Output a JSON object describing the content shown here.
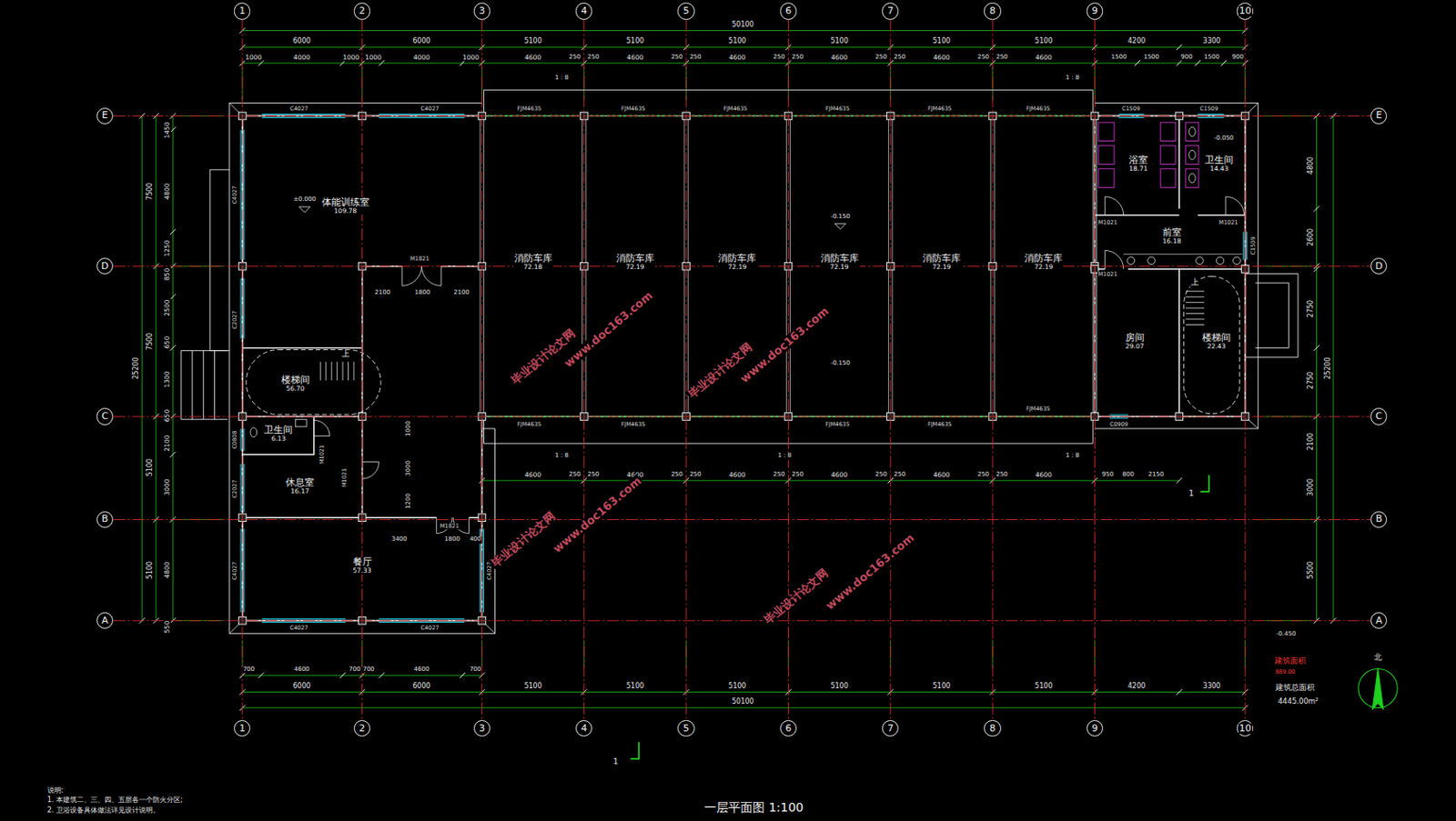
{
  "diagram": {
    "title": "一层平面图 1:100",
    "nodes": [
      {
        "text": [
          "1"
        ]
      },
      {
        "text": [
          "2"
        ]
      },
      {
        "text": [
          "3"
        ]
      },
      {
        "text": [
          "4"
        ]
      },
      {
        "text": [
          "5"
        ]
      },
      {
        "text": [
          "6"
        ]
      },
      {
        "text": [
          "7"
        ]
      },
      {
        "text": [
          "8"
        ]
      },
      {
        "text": [
          "9"
        ]
      },
      {
        "text": [
          "10"
        ]
      },
      {
        "text": [
          "E"
        ]
      },
      {
        "text": [
          "D"
        ]
      },
      {
        "text": [
          "C"
        ]
      },
      {
        "text": [
          "B"
        ]
      },
      {
        "text": [
          "A"
        ]
      },
      {
        "text": [
          "E"
        ]
      },
      {
        "text": [
          "D"
        ]
      },
      {
        "text": [
          "C"
        ]
      },
      {
        "text": [
          "B"
        ]
      },
      {
        "text": [
          "A"
        ]
      },
      {
        "text": [
          "1"
        ]
      },
      {
        "text": [
          "2"
        ]
      },
      {
        "text": [
          "3"
        ]
      },
      {
        "text": [
          "4"
        ]
      },
      {
        "text": [
          "5"
        ]
      },
      {
        "text": [
          "6"
        ]
      },
      {
        "text": [
          "7"
        ]
      },
      {
        "text": [
          "8"
        ]
      },
      {
        "text": [
          "9"
        ]
      },
      {
        "text": [
          "10"
        ]
      },
      {
        "text": [
          "体能训练室",
          "109.78"
        ]
      },
      {
        "text": [
          "消防车库",
          "72.18"
        ]
      },
      {
        "text": [
          "消防车库",
          "72.19"
        ]
      },
      {
        "text": [
          "消防车库",
          "72.19"
        ]
      },
      {
        "text": [
          "消防车库",
          "72.19"
        ]
      },
      {
        "text": [
          "消防车库",
          "72.19"
        ]
      },
      {
        "text": [
          "消防车库",
          "72.19"
        ]
      },
      {
        "text": [
          "楼梯间",
          "56.70"
        ]
      },
      {
        "text": [
          "卫生间",
          "6.13"
        ]
      },
      {
        "text": [
          "休息室",
          "16.17"
        ]
      },
      {
        "text": [
          "餐厅",
          "57.33"
        ]
      },
      {
        "text": [
          "浴室",
          "18.71"
        ]
      },
      {
        "text": [
          "卫生间",
          "14.43"
        ]
      },
      {
        "text": [
          "前室",
          "16.18"
        ]
      },
      {
        "text": [
          "房间",
          "29.07"
        ]
      },
      {
        "text": [
          "楼梯间",
          "22.43"
        ]
      }
    ],
    "edges": [
      {
        "from": 0,
        "to": 20,
        "arrow": "none"
      },
      {
        "from": 1,
        "to": 21,
        "arrow": "none"
      },
      {
        "from": 2,
        "to": 22,
        "arrow": "none"
      },
      {
        "from": 3,
        "to": 23,
        "arrow": "none"
      },
      {
        "from": 4,
        "to": 24,
        "arrow": "none"
      },
      {
        "from": 5,
        "to": 25,
        "arrow": "none"
      },
      {
        "from": 6,
        "to": 26,
        "arrow": "none"
      },
      {
        "from": 7,
        "to": 27,
        "arrow": "none"
      },
      {
        "from": 8,
        "to": 28,
        "arrow": "none"
      },
      {
        "from": 9,
        "to": 29,
        "arrow": "none"
      },
      {
        "from": 10,
        "to": 15,
        "arrow": "none"
      },
      {
        "from": 11,
        "to": 16,
        "arrow": "none"
      },
      {
        "from": 12,
        "to": 17,
        "arrow": "none"
      },
      {
        "from": 13,
        "to": 18,
        "arrow": "none"
      },
      {
        "from": 14,
        "to": 19,
        "arrow": "none"
      }
    ],
    "labels": [
      "50100",
      "6000",
      "6000",
      "5100",
      "5100",
      "5100",
      "5100",
      "5100",
      "5100",
      "4200",
      "3300",
      "1000",
      "4000",
      "1000",
      "1000",
      "4000",
      "1000",
      "4600",
      "4600",
      "4600",
      "4600",
      "4600",
      "4600",
      "250",
      "250",
      "250",
      "250",
      "250",
      "250",
      "250",
      "250",
      "250",
      "250",
      "1500",
      "1500",
      "900",
      "1500",
      "900",
      "700",
      "4600",
      "700",
      "700",
      "4600",
      "700",
      "6000",
      "6000",
      "5100",
      "5100",
      "5100",
      "5100",
      "5100",
      "5100",
      "4200",
      "3300",
      "50100",
      "4600",
      "4600",
      "4600",
      "4600",
      "4600",
      "4600",
      "250",
      "250",
      "250",
      "250",
      "250",
      "250",
      "250",
      "250",
      "250",
      "250",
      "950",
      "800",
      "2150",
      "25200",
      "7500",
      "7500",
      "5100",
      "5100",
      "1450",
      "4800",
      "1250",
      "850",
      "2500",
      "650",
      "1300",
      "650",
      "2100",
      "3000",
      "4800",
      "550",
      "4800",
      "2600",
      "2750",
      "2750",
      "2100",
      "3000",
      "5500",
      "25200",
      "C4027",
      "C4027",
      "FJM4635",
      "FJM4635",
      "FJM4635",
      "FJM4635",
      "FJM4635",
      "FJM4635",
      "C1509",
      "C1509",
      "C4027",
      "C2027",
      "C0808",
      "C2027",
      "C4027",
      "C4027",
      "C1509",
      "C4027",
      "C4027",
      "FJM4635",
      "FJM4635",
      "FJM4635",
      "FJM4635",
      "FJM4635",
      "C0909",
      "M1821",
      "M1021",
      "M1021",
      "M1821",
      "M1021",
      "M1021",
      "M1021",
      "±0.000",
      "-0.150",
      "-0.050",
      "-0.450",
      "-0.150",
      "2100",
      "1800",
      "2100",
      "3400",
      "1800",
      "400",
      "1000",
      "3000",
      "1200",
      "1 : 8",
      "1 : 8",
      "1 : 8",
      "1 : 8",
      "1 : 8",
      "上",
      "上",
      "1",
      "1",
      "建筑面积",
      "889.00",
      "建筑总面积",
      "4445.00m²",
      "北",
      "说明:",
      "1. 本建筑二、三、四、五层各一个防火分区;",
      "2. 卫浴设备具体做法详见设计说明。",
      "毕业设计论文网",
      "www.doc163.com",
      "毕业设计论文网",
      "www.doc163.com",
      "毕业设计论文网",
      "www.doc163.com",
      "毕业设计论文网",
      "www.doc163.com"
    ]
  }
}
